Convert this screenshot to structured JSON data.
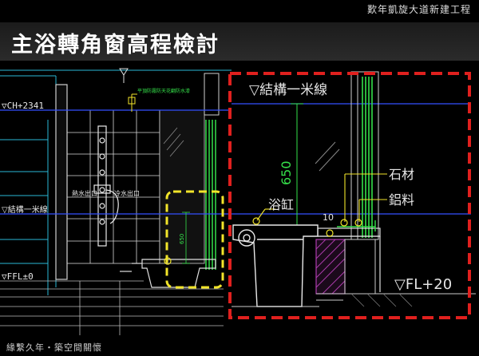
{
  "header": {
    "project_name": "歎年凱旋大道新建工程",
    "page_title": "主浴轉角窗高程檢討"
  },
  "drawing": {
    "levels": {
      "ch": "▽CH+2341",
      "structure_left": "▽結構一米線",
      "ffl": "▽FFL±0",
      "structure_right": "▽結構一米線",
      "fl": "▽FL+20"
    },
    "labels": {
      "waterproof_note": "平頂防霧防天花翻防水漆",
      "hot_water_outlet": "熱水出口",
      "cold_water_outlet": "冷水出口",
      "dim_650_small": "650",
      "dim_650_large": "650",
      "dim_10": "10",
      "bathtub": "浴缸",
      "stone": "石材",
      "aluminum": "鋁料"
    },
    "colors": {
      "highlight_red": "#e0201e",
      "highlight_yellow": "#f2e52a",
      "green_line": "#35e04a",
      "level_blue": "#3350ff",
      "magenta_hatch": "#b03cb0"
    }
  },
  "footer": {
    "text": "緣繫久年・築空間關懷"
  }
}
